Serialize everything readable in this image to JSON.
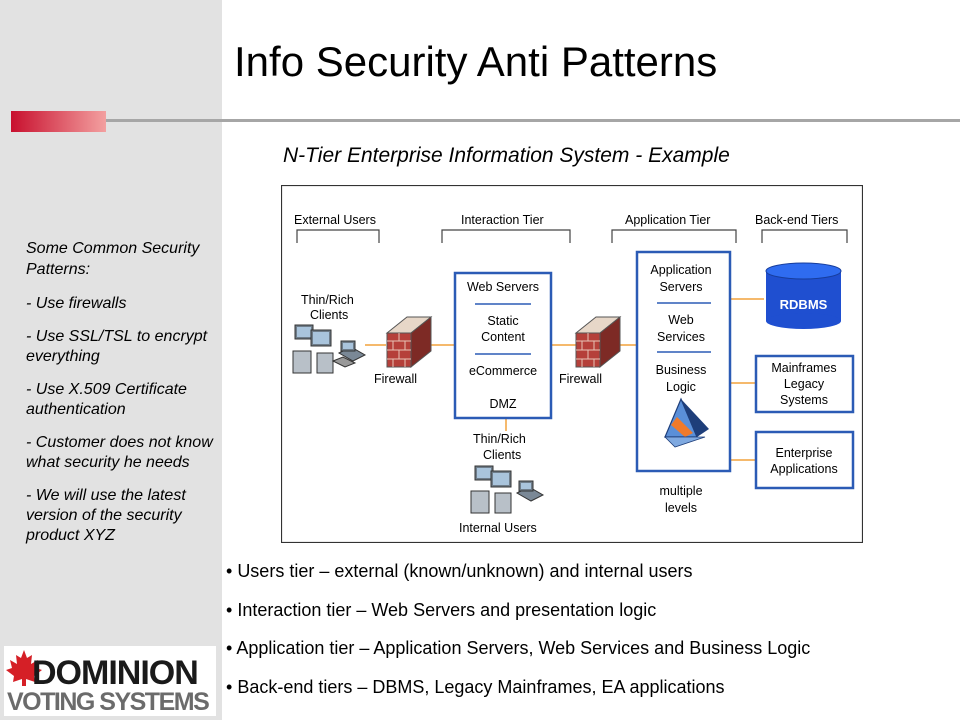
{
  "title": "Info Security Anti Patterns",
  "subtitle": "N-Tier Enterprise Information System - Example",
  "sidebar": {
    "heading": "Some Common Security Patterns:",
    "items": [
      "- Use firewalls",
      "- Use SSL/TSL to encrypt everything",
      "- Use X.509 Certificate authentication",
      "- Customer does not know what security he needs",
      "- We will use the latest version of the security product XYZ"
    ]
  },
  "diagram": {
    "tiers": [
      "External Users",
      "Interaction Tier",
      "Application Tier",
      "Back-end Tiers"
    ],
    "external_clients": [
      "Thin/Rich",
      "Clients"
    ],
    "internal_clients": [
      "Thin/Rich",
      "Clients"
    ],
    "internal_label": "Internal Users",
    "firewall_label": "Firewall",
    "web_box": [
      "Web Servers",
      "Static",
      "Content",
      "eCommerce",
      "DMZ"
    ],
    "app_box": [
      "Application",
      "Servers",
      "Web",
      "Services",
      "Business",
      "Logic"
    ],
    "multiple_levels": [
      "multiple",
      "levels"
    ],
    "rdbms": "RDBMS",
    "mainframes": [
      "Mainframes",
      "Legacy",
      "Systems"
    ],
    "enterprise": [
      "Enterprise",
      "Applications"
    ]
  },
  "bullets": [
    "Users tier – external (known/unknown) and internal users",
    "Interaction tier – Web Servers and presentation logic",
    "Application tier – Application Servers, Web Services and Business Logic",
    "Back-end tiers – DBMS, Legacy Mainframes, EA applications"
  ],
  "logo": {
    "line1": "DOMINION",
    "line2": "VOTING SYSTEMS"
  },
  "colors": {
    "accent_red": "#c8102e",
    "diagram_blue": "#2b5bb5",
    "connector_orange": "#f2a23c",
    "firewall_brick": "#b5403a"
  }
}
